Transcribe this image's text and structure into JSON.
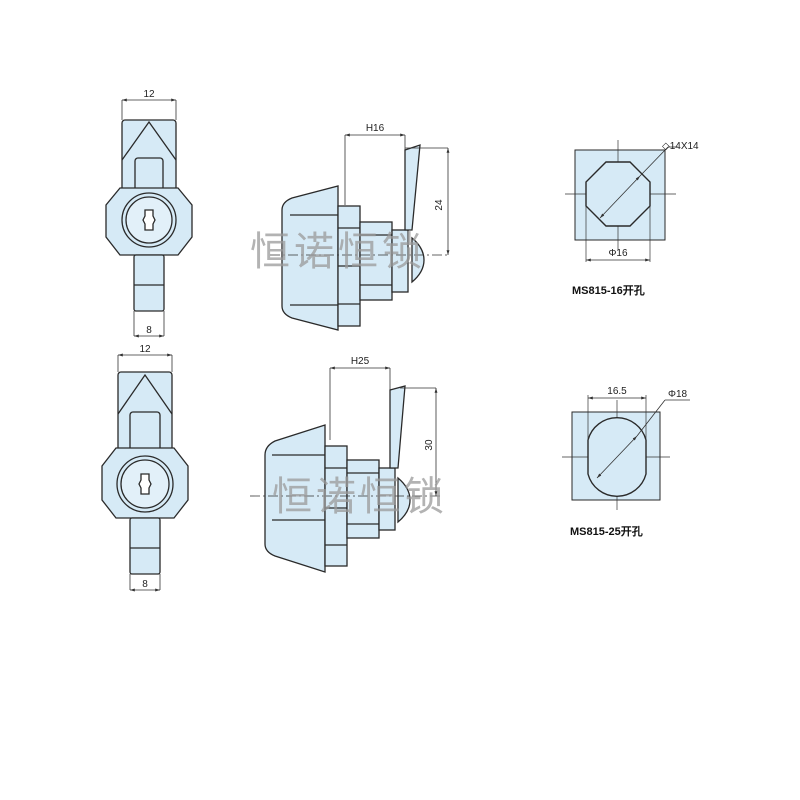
{
  "colors": {
    "fill": "#d6eaf6",
    "stroke": "#2a2a2a",
    "dim": "#333333",
    "watermark": "#9a9a9a"
  },
  "watermark": {
    "text": "恒诺恒锁"
  },
  "front_views": [
    {
      "width_label": "12",
      "bottom_label": "8"
    },
    {
      "width_label": "12",
      "bottom_label": "8"
    }
  ],
  "side_views": [
    {
      "h_label": "H16",
      "v_label": "24"
    },
    {
      "h_label": "H25",
      "v_label": "30"
    }
  ],
  "cutouts": [
    {
      "diag_label": "◇14X14",
      "bottom_label": "Φ16",
      "caption": "MS815-16开孔"
    },
    {
      "top_label": "16.5",
      "diag_label": "Φ18",
      "caption": "MS815-25开孔"
    }
  ]
}
